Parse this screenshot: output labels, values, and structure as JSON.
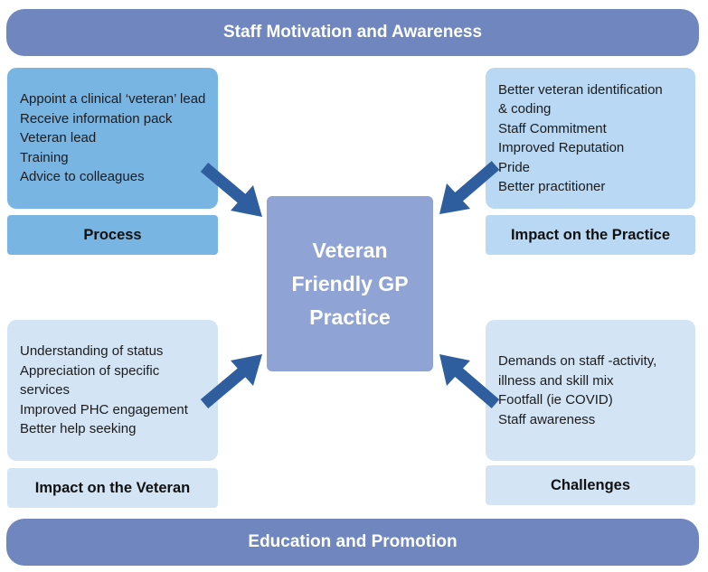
{
  "top_banner": "Staff Motivation and Awareness",
  "bottom_banner": "Education and Promotion",
  "center": {
    "lines": [
      "Veteran",
      "Friendly GP",
      "Practice"
    ]
  },
  "process": {
    "items": [
      "Appoint a clinical ‘veteran’ lead",
      "Receive information pack",
      "Veteran lead",
      "Training",
      "Advice to colleagues"
    ],
    "label": "Process"
  },
  "impact_practice": {
    "items": [
      "Better veteran identification",
      "& coding",
      "Staff Commitment",
      "Improved Reputation",
      "Pride",
      "Better practitioner"
    ],
    "label": "Impact on the Practice"
  },
  "impact_veteran": {
    "items": [
      "Understanding of status",
      "Appreciation of specific",
      "services",
      "Improved PHC engagement",
      "Better help seeking"
    ],
    "label": "Impact on the Veteran"
  },
  "challenges": {
    "items": [
      "Demands on staff -activity,",
      "illness and skill mix",
      "Footfall (ie COVID)",
      "Staff awareness"
    ],
    "label": "Challenges"
  },
  "colors": {
    "arrow": "#2e5e9e",
    "banner": "#6f86be",
    "center": "#8fa4d4"
  }
}
